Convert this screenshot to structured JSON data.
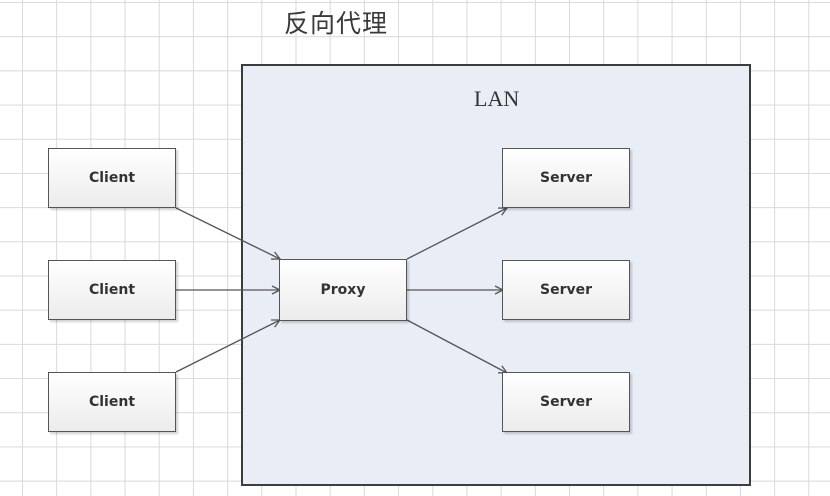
{
  "title": "反向代理",
  "lan": {
    "label": "LAN",
    "fill": "#e9eef6"
  },
  "clients": [
    {
      "label": "Client"
    },
    {
      "label": "Client"
    },
    {
      "label": "Client"
    }
  ],
  "proxy": {
    "label": "Proxy"
  },
  "servers": [
    {
      "label": "Server"
    },
    {
      "label": "Server"
    },
    {
      "label": "Server"
    }
  ],
  "connections": [
    {
      "from": "client-1",
      "to": "proxy"
    },
    {
      "from": "client-2",
      "to": "proxy"
    },
    {
      "from": "client-3",
      "to": "proxy"
    },
    {
      "from": "proxy",
      "to": "server-1"
    },
    {
      "from": "proxy",
      "to": "server-2"
    },
    {
      "from": "proxy",
      "to": "server-3"
    }
  ]
}
